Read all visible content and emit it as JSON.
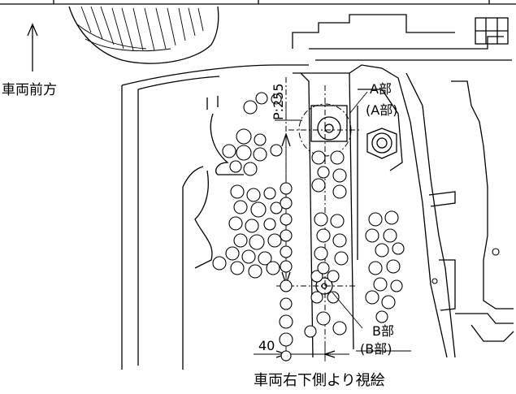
{
  "labels": {
    "vehicle_front": "車両前方",
    "view_caption": "車両右下側より視絵",
    "pitch": "P:255",
    "offset": "40",
    "part_a_top": "A部",
    "part_a_bottom": "(A部)",
    "part_b_top": "B部",
    "part_b_bottom": "(B部)"
  }
}
